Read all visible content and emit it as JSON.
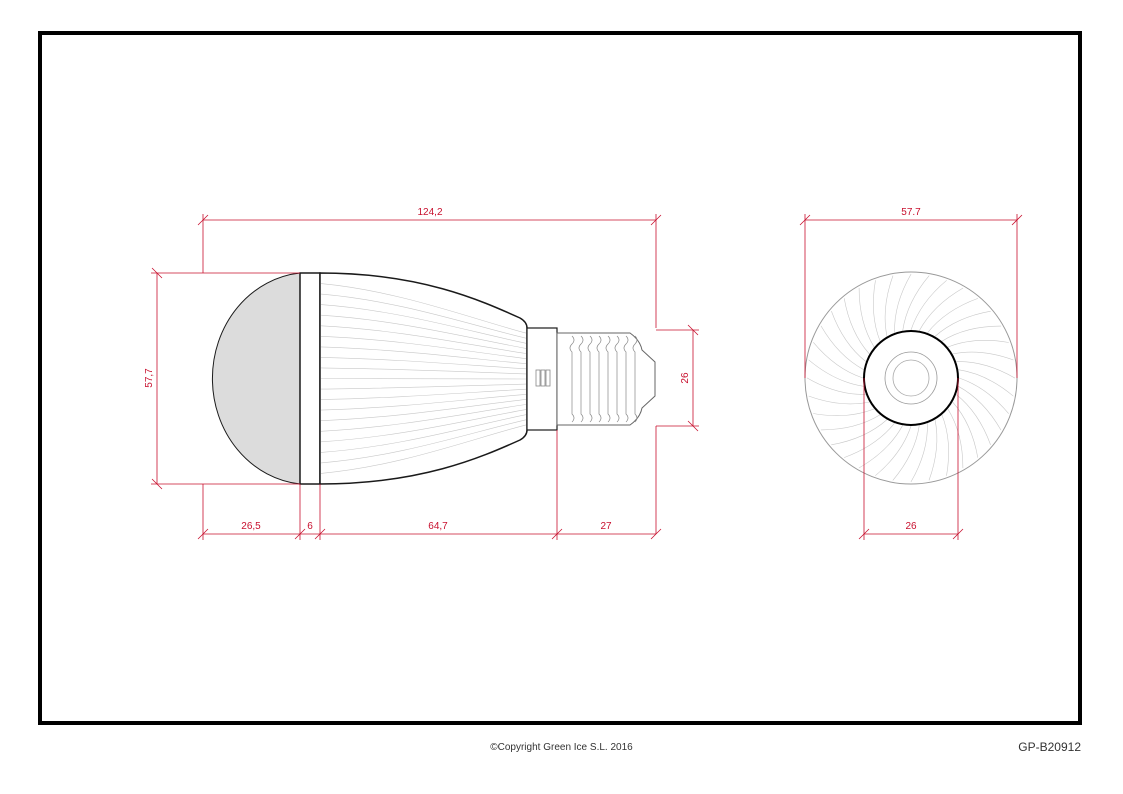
{
  "colors": {
    "dimension": "#c8102e",
    "outline": "#1a1a1a",
    "body_lines": "#bfbfbf",
    "dome_fill": "#dcdcdc",
    "frame": "#000000"
  },
  "dimensions": {
    "overall_length": "124,2",
    "body_height": "57,7",
    "dome_length": "26,5",
    "ring_width": "6",
    "body_length": "64,7",
    "base_length": "27",
    "base_diameter": "26",
    "end_view_width": "57.7",
    "end_view_base": "26"
  },
  "footer": {
    "copyright": "©Copyright Green Ice S.L. 2016",
    "drawing_code": "GP-B20912"
  }
}
